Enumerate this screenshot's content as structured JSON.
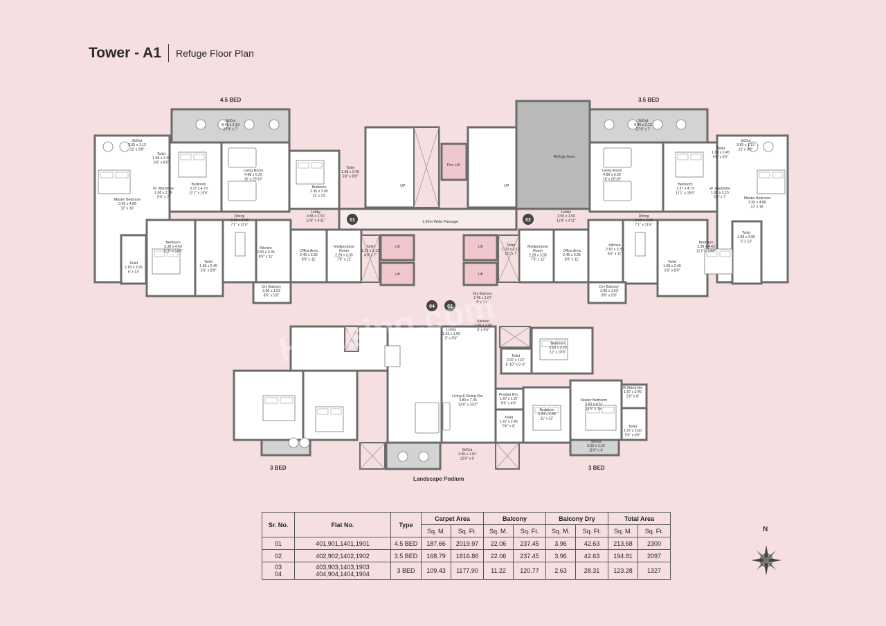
{
  "header": {
    "tower": "Tower - A1",
    "subtitle": "Refuge Floor Plan"
  },
  "wings": {
    "left_top": "4.5 BED",
    "right_top": "3.5 BED",
    "left_bottom": "3 BED",
    "right_bottom": "3 BED",
    "podium": "Landscape Podium"
  },
  "core": {
    "passage": "1.50m Wide Passage",
    "fire_lift": "Fire Lift",
    "lift": "Lift",
    "up": "UP",
    "refuge": "Refuge Area",
    "flat_tags": [
      "01",
      "02",
      "04",
      "03"
    ]
  },
  "rooms": {
    "sitout_l": [
      "SitOut",
      "8.45 x 2.13",
      "27'9\" x 7'"
    ],
    "sitout_r": [
      "SitOut",
      "8.45 x 2.13",
      "27'9\" x 7'"
    ],
    "sitout_small_l": [
      "SitOut",
      "3.65 x 1.13",
      "12' x 3'8\""
    ],
    "sitout_small_r": [
      "SitOut",
      "3.65 x 1.13",
      "12' x 3'8\""
    ],
    "living_l": [
      "Living Room",
      "4.88 x 6.35",
      "16' x 20'10\""
    ],
    "living_r": [
      "Living Room",
      "4.88 x 6.35",
      "16' x 20'10\""
    ],
    "bed_l1": [
      "Bedroom",
      "3.37 x 4.73",
      "11'1\" x 15'6\""
    ],
    "bed_r1": [
      "Bedroom",
      "3.37 x 4.73",
      "11'1\" x 15'6\""
    ],
    "bed_l2": [
      "Bedroom",
      "3.35 x 3.95",
      "11' x 13'"
    ],
    "master_l": [
      "Master Bedroom",
      "3.65 x 4.88",
      "12' x 16'"
    ],
    "master_r": [
      "Master Bedroom",
      "3.65 x 4.88",
      "12' x 16'"
    ],
    "wardrobe_l": [
      "W. Wardrobe",
      "1.68 x 2.16",
      "5'6\" x 7'"
    ],
    "wardrobe_r": [
      "W. Wardrobe",
      "1.68 x 2.15",
      "5'6\" x 7'"
    ],
    "toilet_l1": [
      "Toilet",
      "1.68 x 2.45",
      "5'6\" x 8'0\""
    ],
    "toilet_l2": [
      "Toilet",
      "1.68 x 2.45",
      "5'6\" x 8'0\""
    ],
    "toilet_r1": [
      "Toilet",
      "1.68 x 2.45",
      "5'6\" x 8'0\""
    ],
    "dining_l": [
      "Dining",
      "2.15 x 3.48",
      "7'1\" x 11'5\""
    ],
    "dining_r": [
      "Dining",
      "2.15 x 3.48",
      "7'1\" x 11'5\""
    ],
    "lobby_l": [
      "Lobby",
      "3.55 x 1.50",
      "11'8\" x 4'11\""
    ],
    "lobby_r": [
      "Lobby",
      "3.55 x 1.50",
      "11'8\" x 4'11\""
    ],
    "bed_l3": [
      "Bedroom",
      "3.38 x 4.43",
      "11'1\" x 14'6\""
    ],
    "bed_r3": [
      "Bedroom",
      "3.38 x 4.43",
      "11'1\" x 14'6\""
    ],
    "kitchen_l": [
      "Kitchen",
      "2.60 x 3.35",
      "8'6\" x 11'"
    ],
    "kitchen_r": [
      "Kitchen",
      "2.60 x 3.35",
      "8'6\" x 11'"
    ],
    "office_l": [
      "Office Area",
      "2.45 x 3.35",
      "8'0\" x 11'"
    ],
    "office_r": [
      "Office Area",
      "2.45 x 3.35",
      "8'0\" x 11'"
    ],
    "multi_l": [
      "Multipurpose",
      "Room",
      "2.28 x 3.35",
      "7'6\" x 11'"
    ],
    "multi_r": [
      "Multipurpose",
      "Room",
      "2.28 x 3.35",
      "7'6\" x 11'"
    ],
    "drybal_l": [
      "Dry Balcony",
      "2.60 x 1.53",
      "8'6\" x 5'0\""
    ],
    "drybal_r": [
      "Dry Balcony",
      "2.60 x 1.53",
      "8'6\" x 5'0\""
    ],
    "toilet_l3": [
      "Toilet",
      "1.83 x 3.95",
      "6' x 13'"
    ],
    "toilet_r3": [
      "Toilet",
      "1.83 x 3.95",
      "6' x 13'"
    ],
    "toilet_l4": [
      "Toilet",
      "1.68 x 2.45",
      "5'6\" x 8'0\""
    ],
    "toilet_r4": [
      "Toilet",
      "1.68 x 2.45",
      "5'6\" x 8'0\""
    ],
    "toilet_l5": [
      "Toilet",
      "1.23 x 2.13",
      "4'0\" x 7'"
    ],
    "toilet_r5": [
      "Toilet",
      "1.23 x 2.13",
      "4'0\" x 7'"
    ],
    "lobby_b": [
      "Lobby",
      "1.53 x 1.65",
      "5' x 5'6\""
    ],
    "kitchen_b": [
      "Kitchen",
      "2.45 x 2.90",
      "8' x 9'6\""
    ],
    "drybal_b": [
      "Dry Balcony",
      "2.45 x 1.07",
      "8' x 3'6\""
    ],
    "living_b": [
      "Living & Dining Rm.",
      "3.80 x 7.05",
      "12'6\" x 23'2\""
    ],
    "bed_b1": [
      "Bedroom",
      "3.65 x 3.20",
      "12' x 10'6\""
    ],
    "toilet_b1": [
      "Toilet",
      "2.07 x 1.67",
      "6'-10\" x 5'-6\""
    ],
    "powder_b": [
      "Powder Rm.",
      "1.67 x 1.37",
      "5'6\" x 4'6\""
    ],
    "toilet_b2": [
      "Toilet",
      "1.67 x 2.45",
      "5'6\" x 8'"
    ],
    "bed_b2": [
      "Bedroom",
      "3.34 x 3.95",
      "11' x 13'"
    ],
    "master_b": [
      "Master Bedroom",
      "3.50 x 4.57",
      "11'6\" x 15'"
    ],
    "wardrobe_b": [
      "W.Wardrobe",
      "1.67 x 2.45",
      "5'6\" x 8'"
    ],
    "toilet_b3": [
      "Toilet",
      "1.67 x 2.60",
      "5'6\" x 8'6\""
    ],
    "sitout_b1": [
      "SitOut",
      "3.50 x 1.22",
      "11'6\" x 4'"
    ],
    "sitout_b2": [
      "SitOut",
      "3.80 x 1.82",
      "12'6\" x 6'"
    ]
  },
  "table": {
    "headers": [
      "Sr. No.",
      "Flat No.",
      "Type",
      "Carpet Area",
      "Balcony",
      "Balcony Dry",
      "Total Area"
    ],
    "subheaders": [
      "Sq. M.",
      "Sq. Ft.",
      "Sq. M.",
      "Sq. Ft.",
      "Sq. M.",
      "Sq. Ft.",
      "Sq. M.",
      "Sq. Ft."
    ],
    "rows": [
      {
        "sr": "01",
        "flat": "401,901,1401,1901",
        "type": "4.5 BED",
        "c_m": "187.66",
        "c_f": "2019.97",
        "b_m": "22.06",
        "b_f": "237.45",
        "d_m": "3.96",
        "d_f": "42.63",
        "t_m": "213.68",
        "t_f": "2300"
      },
      {
        "sr": "02",
        "flat": "402,902,1402,1902",
        "type": "3.5 BED",
        "c_m": "168.79",
        "c_f": "1816.86",
        "b_m": "22.06",
        "b_f": "237.45",
        "d_m": "3.96",
        "d_f": "42.63",
        "t_m": "194.81",
        "t_f": "2097"
      },
      {
        "sr": "03",
        "sr2": "04",
        "flat": "403,903,1403,1903",
        "flat2": "404,904,1404,1904",
        "type": "3 BED",
        "c_m": "109.43",
        "c_f": "1177.90",
        "b_m": "11.22",
        "b_f": "120.77",
        "d_m": "2.63",
        "d_f": "28.31",
        "t_m": "123.28",
        "t_f": "1327"
      }
    ]
  },
  "compass": {
    "north": "N"
  },
  "watermark": "Housing.com",
  "colors": {
    "bg": "#f5dfe0",
    "wall": "#6b6b6b",
    "room": "#ffffff",
    "refuge": "#b9b9b9",
    "sitout": "#d3d3d3",
    "shaft": "#f5dfe0"
  }
}
